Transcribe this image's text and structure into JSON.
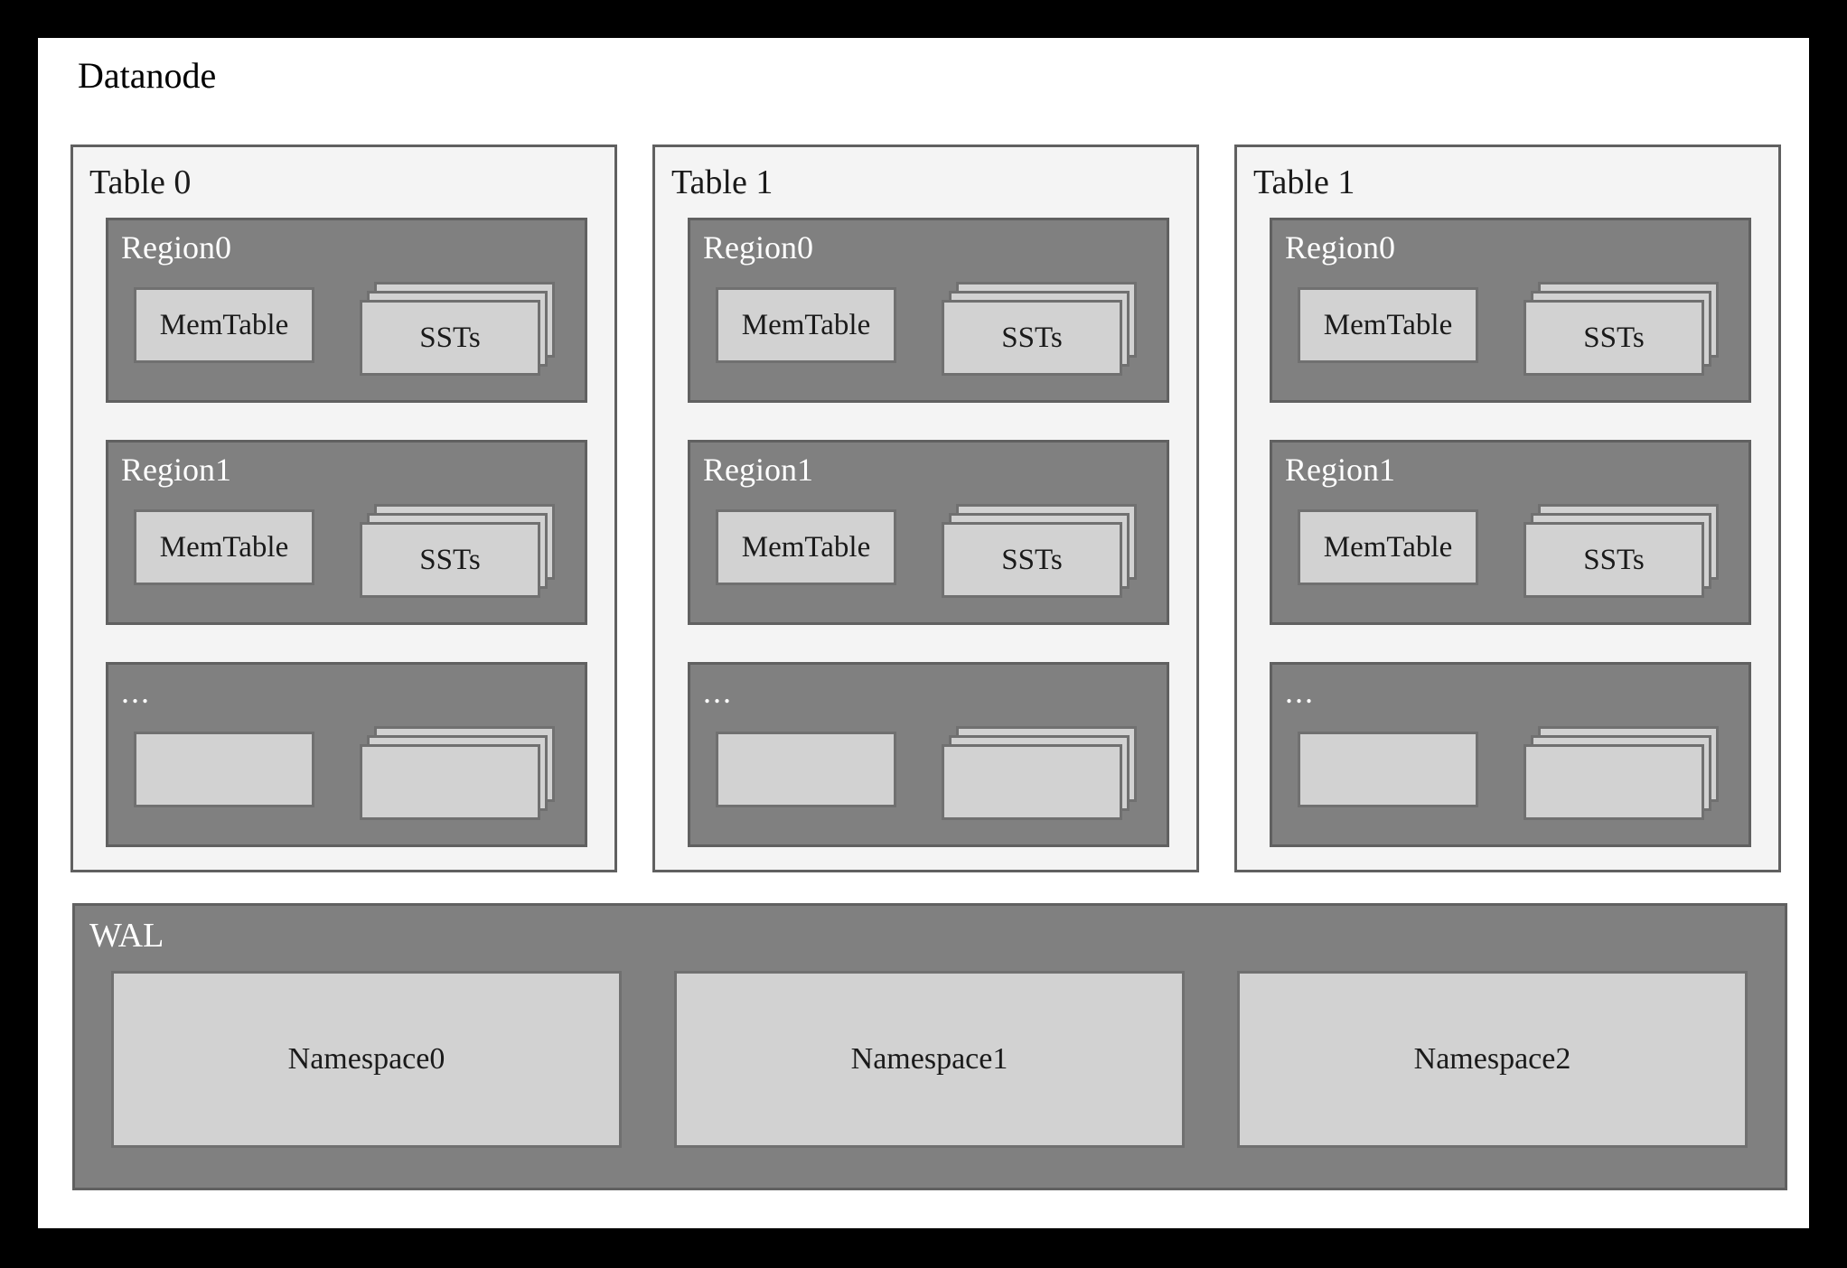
{
  "diagram": {
    "title": "Datanode",
    "colors": {
      "frame": "#000000",
      "canvas": "#ffffff",
      "table_fill": "#f4f4f4",
      "table_border": "#606060",
      "region_fill": "#808080",
      "region_border": "#606060",
      "box_fill": "#d2d2d2",
      "box_border": "#707070",
      "dark_text": "#1a1a1a",
      "light_text": "#ffffff"
    }
  },
  "tables": [
    {
      "title": "Table 0",
      "regions": [
        {
          "title": "Region0",
          "memtable_label": "MemTable",
          "sst_label": "SSTs",
          "sst_sheet_count": 3
        },
        {
          "title": "Region1",
          "memtable_label": "MemTable",
          "sst_label": "SSTs",
          "sst_sheet_count": 3
        },
        {
          "title": "...",
          "memtable_label": "",
          "sst_label": "",
          "sst_sheet_count": 3
        }
      ]
    },
    {
      "title": "Table 1",
      "regions": [
        {
          "title": "Region0",
          "memtable_label": "MemTable",
          "sst_label": "SSTs",
          "sst_sheet_count": 3
        },
        {
          "title": "Region1",
          "memtable_label": "MemTable",
          "sst_label": "SSTs",
          "sst_sheet_count": 3
        },
        {
          "title": "...",
          "memtable_label": "",
          "sst_label": "",
          "sst_sheet_count": 3
        }
      ]
    },
    {
      "title": "Table 1",
      "regions": [
        {
          "title": "Region0",
          "memtable_label": "MemTable",
          "sst_label": "SSTs",
          "sst_sheet_count": 3
        },
        {
          "title": "Region1",
          "memtable_label": "MemTable",
          "sst_label": "SSTs",
          "sst_sheet_count": 3
        },
        {
          "title": "...",
          "memtable_label": "",
          "sst_label": "",
          "sst_sheet_count": 3
        }
      ]
    }
  ],
  "wal": {
    "title": "WAL",
    "namespaces": [
      {
        "label": "Namespace0"
      },
      {
        "label": "Namespace1"
      },
      {
        "label": "Namespace2"
      }
    ]
  }
}
